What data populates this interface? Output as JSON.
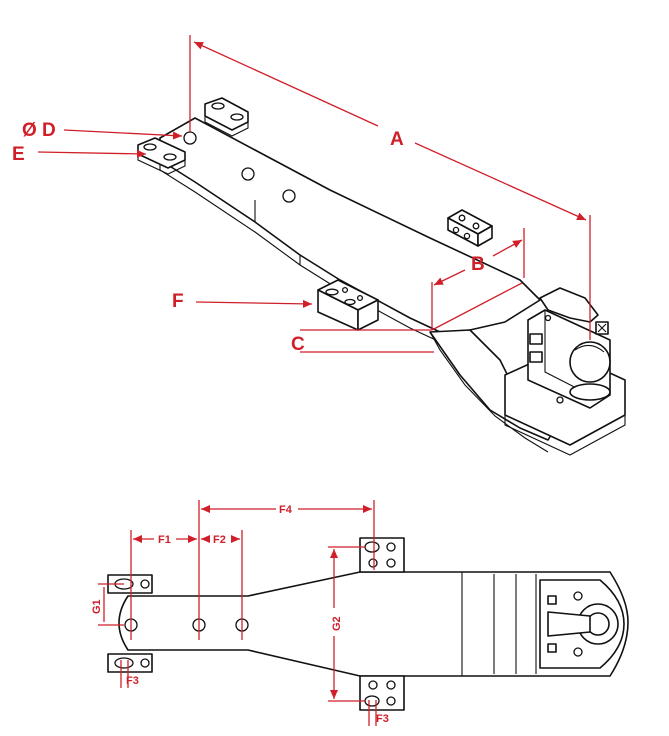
{
  "colors": {
    "accent": "#d11f2a",
    "line": "#111111",
    "background": "#ffffff"
  },
  "labels": {
    "iso": {
      "a": "A",
      "b": "B",
      "c": "C",
      "d": "Ø D",
      "e": "E",
      "f": "F"
    },
    "plan": {
      "f1": "F1",
      "f2": "F2",
      "f3_left": "F3",
      "f3_right": "F3",
      "f4": "F4",
      "g1": "G1",
      "g2": "G2"
    }
  }
}
